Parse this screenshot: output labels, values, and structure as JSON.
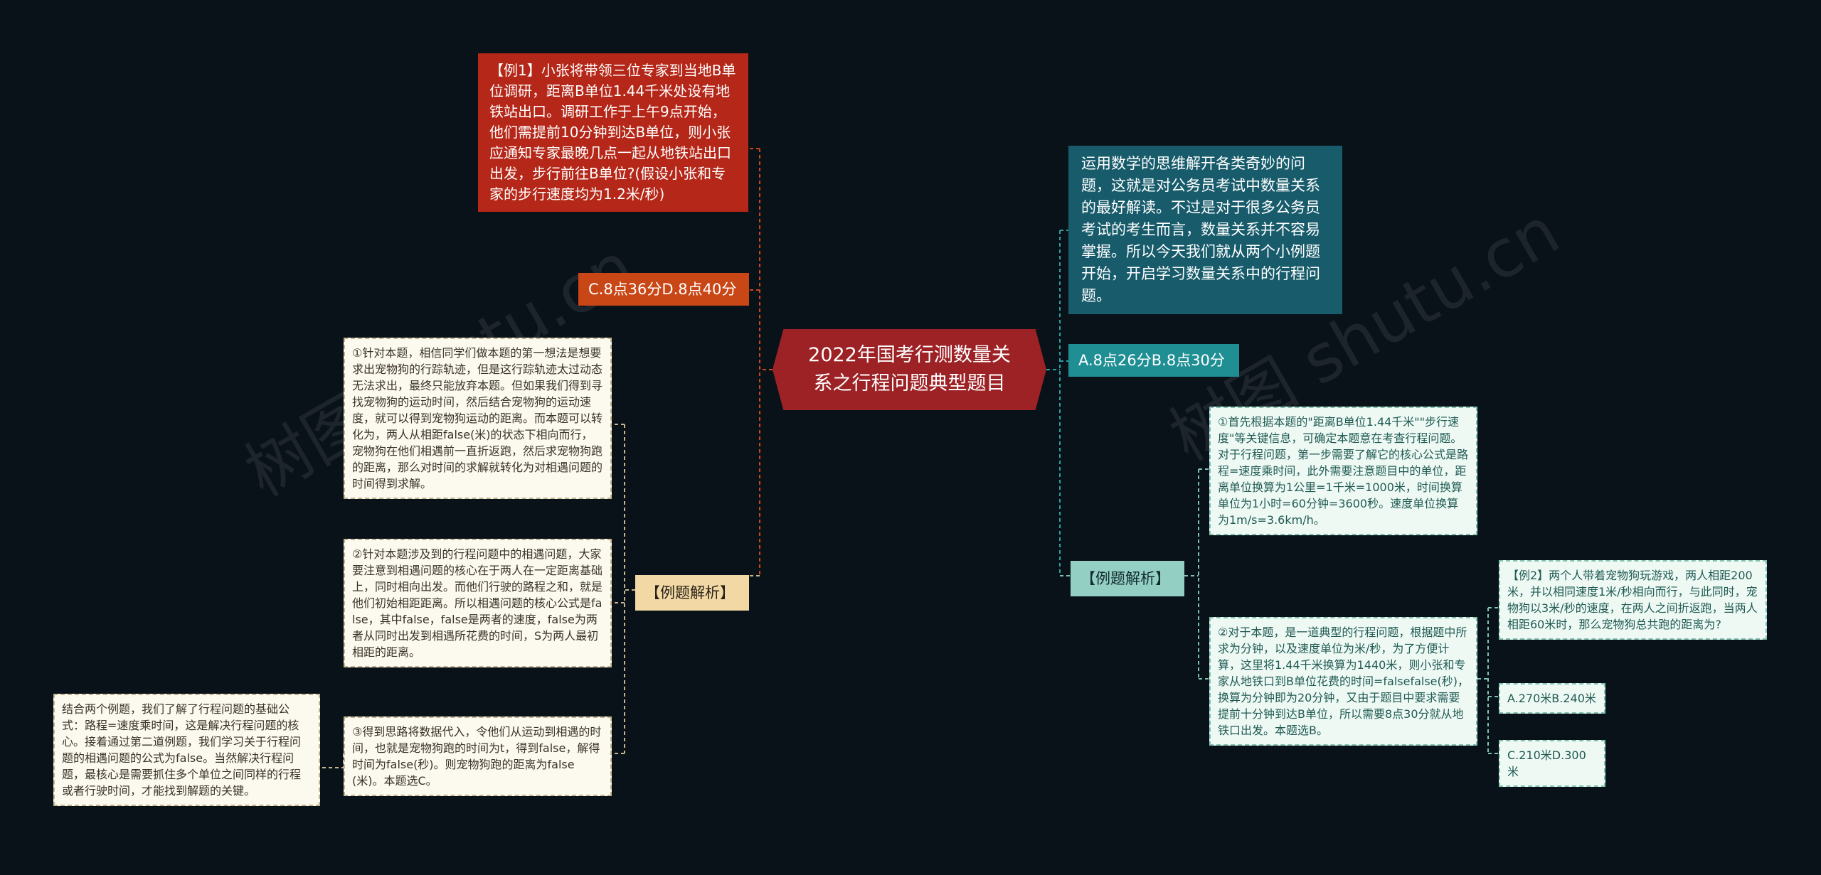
{
  "central_topic": "2022年国考行测数量关系之行程问题典型题目",
  "left_branch": {
    "example1_question": "【例1】小张将带领三位专家到当地B单位调研，距离B单位1.44千米处设有地铁站出口。调研工作于上午9点开始，他们需提前10分钟到达B单位，则小张应通知专家最晚几点一起从地铁站出口出发，步行前往B单位?(假设小张和专家的步行速度均为1.2米/秒)",
    "example1_options_cd": "C.8点36分D.8点40分",
    "analysis_label": "【例题解析】",
    "analysis_items": [
      "①针对本题，相信同学们做本题的第一想法是想要求出宠物狗的行踪轨迹，但是这行踪轨迹太过动态无法求出，最终只能放弃本题。但如果我们得到寻找宠物狗的运动时间，然后结合宠物狗的运动速度，就可以得到宠物狗运动的距离。而本题可以转化为，两人从相距false(米)的状态下相向而行，宠物狗在他们相遇前一直折返跑，然后求宠物狗跑的距离，那么对时间的求解就转化为对相遇问题的时间得到求解。",
      "②针对本题涉及到的行程问题中的相遇问题，大家要注意到相遇问题的核心在于两人在一定距离基础上，同时相向出发。而他们行驶的路程之和，就是他们初始相距距离。所以相遇问题的核心公式是false，其中false，false是两者的速度，false为两者从同时出发到相遇所花费的时间，S为两人最初相距的距离。",
      "③得到思路将数据代入，令他们从运动到相遇的时间，也就是宠物狗跑的时间为t，得到false，解得时间为false(秒)。则宠物狗跑的距离为false(米)。本题选C。"
    ],
    "summary": "结合两个例题，我们了解了行程问题的基础公式：路程=速度乘时间，这是解决行程问题的核心。接着通过第二道例题，我们学习关于行程问题的相遇问题的公式为false。当然解决行程问题，最核心是需要抓住多个单位之间同样的行程或者行驶时间，才能找到解题的关键。"
  },
  "right_branch": {
    "intro": "运用数学的思维解开各类奇妙的问题，这就是对公务员考试中数量关系的最好解读。不过是对于很多公务员考试的考生而言，数量关系并不容易掌握。所以今天我们就从两个小例题开始，开启学习数量关系中的行程问题。",
    "example1_options_ab": "A.8点26分B.8点30分",
    "analysis_label": "【例题解析】",
    "analysis_items": [
      "①首先根据本题的\"距离B单位1.44千米\"\"步行速度\"等关键信息，可确定本题意在考查行程问题。对于行程问题，第一步需要了解它的核心公式是路程=速度乘时间，此外需要注意题目中的单位，距离单位换算为1公里=1千米=1000米，时间换算单位为1小时=60分钟=3600秒。速度单位换算为1m/s=3.6km/h。",
      "②对于本题，是一道典型的行程问题，根据题中所求为分钟，以及速度单位为米/秒，为了方便计算，这里将1.44千米换算为1440米，则小张和专家从地铁口到B单位花费的时间=falsefalse(秒)，换算为分钟即为20分钟，又由于题目中要求需要提前十分钟到达B单位，所以需要8点30分就从地铁口出发。本题选B。"
    ],
    "example2_question": "【例2】两个人带着宠物狗玩游戏，两人相距200米，并以相同速度1米/秒相向而行，与此同时，宠物狗以3米/秒的速度，在两人之间折返跑，当两人相距60米时，那么宠物狗总共跑的距离为?",
    "example2_options_ab": "A.270米B.240米",
    "example2_options_cd": "C.210米D.300米"
  },
  "watermarks": [
    "树图 shutu.cn",
    "树图 shutu.cn"
  ],
  "colors": {
    "background": "#0a1219",
    "central": "#9d2226",
    "red": "#b52718",
    "teal": "#185c6c"
  }
}
